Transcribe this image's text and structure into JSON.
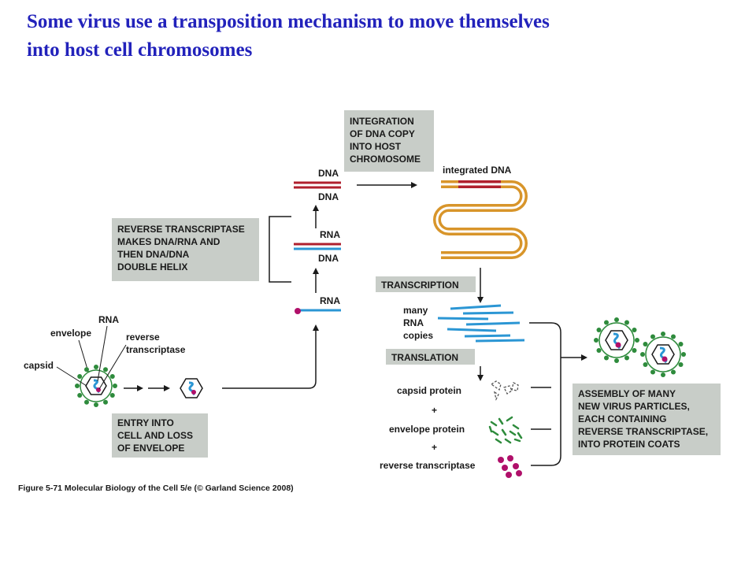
{
  "slide": {
    "title_line1": "Some virus use a transposition  mechanism to move themselves",
    "title_line2": "into host cell chromosomes"
  },
  "boxes": {
    "integration": [
      "INTEGRATION",
      "OF DNA COPY",
      "INTO HOST",
      "CHROMOSOME"
    ],
    "reverse": [
      "REVERSE TRANSCRIPTASE",
      "MAKES DNA/RNA AND",
      "THEN DNA/DNA",
      "DOUBLE HELIX"
    ],
    "transcription": "TRANSCRIPTION",
    "translation": "TRANSLATION",
    "entry": [
      "ENTRY INTO",
      "CELL AND LOSS",
      "OF ENVELOPE"
    ],
    "assembly": [
      "ASSEMBLY OF MANY",
      "NEW VIRUS PARTICLES,",
      "EACH CONTAINING",
      "REVERSE TRANSCRIPTASE,",
      "INTO PROTEIN COATS"
    ]
  },
  "labels": {
    "dna_top": "DNA",
    "dna_bottom": "DNA",
    "rna_mid": "RNA",
    "dna_mid": "DNA",
    "rna_single": "RNA",
    "integrated_dna": "integrated DNA",
    "many_rna": [
      "many",
      "RNA",
      "copies"
    ],
    "capsid_protein": "capsid protein",
    "plus1": "+",
    "envelope_protein": "envelope protein",
    "plus2": "+",
    "reverse_transcriptase": "reverse transcriptase",
    "virion_rna": "RNA",
    "virion_envelope": "envelope",
    "virion_rt": [
      "reverse",
      "transcriptase"
    ],
    "virion_capsid": "capsid"
  },
  "caption": "Figure 5-71  Molecular Biology of the Cell 5/e (© Garland Science 2008)",
  "colors": {
    "title": "#2222bb",
    "box_fill": "#c8cdc8",
    "dna_red": "#b0202e",
    "rna_blue": "#2b96d4",
    "integrated_orange": "#d8952a",
    "envelope_green": "#2e8b3c",
    "rt_magenta": "#b0106a"
  }
}
